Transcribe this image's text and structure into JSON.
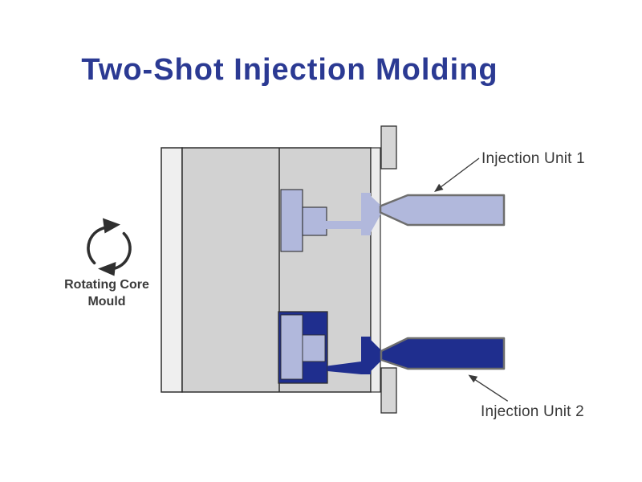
{
  "title": {
    "text": "Two-Shot Injection Molding"
  },
  "diagram": {
    "label_unit1": "Injection Unit 1",
    "label_unit2": "Injection Unit 2",
    "rotating_core_line1": "Rotating Core",
    "rotating_core_line2": "Mould"
  },
  "icons": {
    "rotation": "clockwise-rotation-arrows",
    "unit1_pointer": "diagonal-annotation-arrow",
    "unit2_pointer": "diagonal-annotation-arrow"
  },
  "colors": {
    "title_text": "#2b3a93",
    "label_text": "#3a3a3a",
    "shot1_material": "#b1b8dc",
    "shot2_material": "#1f2e8e",
    "mold_block": "#d2d2d2",
    "mold_left_plate": "#efefef",
    "mold_right_plate": "#ececec",
    "platen_tab": "#d6d6d6",
    "outline": "#2f2f2f",
    "nozzle_outline": "#6e6e6e",
    "annotation": "#3a3a3a"
  }
}
